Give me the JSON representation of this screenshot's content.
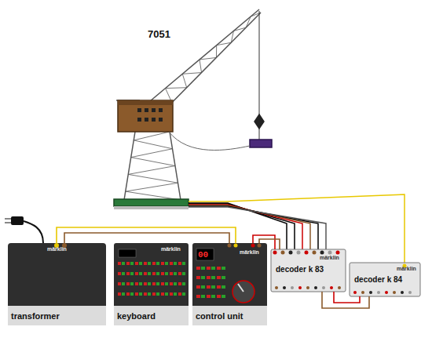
{
  "diagram": {
    "nodes": [
      {
        "text": [
          "märklin",
          "transformer"
        ]
      },
      {
        "text": [
          "märklin",
          "keyboard"
        ]
      },
      {
        "text": [
          "märklin",
          "00",
          "control unit"
        ]
      },
      {
        "text": [
          "decoder k 83",
          "märklin"
        ]
      },
      {
        "text": [
          "decoder k 84",
          "märklin"
        ]
      }
    ],
    "edges": [
      {
        "from": 0,
        "to": 2,
        "arrow": "none"
      },
      {
        "from": 0,
        "to": 2,
        "arrow": "none"
      },
      {
        "from": 2,
        "to": 3,
        "arrow": "none"
      },
      {
        "from": 2,
        "to": 3,
        "arrow": "none"
      },
      {
        "from": 3,
        "to": 4,
        "arrow": "none"
      },
      {
        "from": 3,
        "to": 4,
        "arrow": "none"
      }
    ],
    "labels": [
      "7051"
    ]
  }
}
